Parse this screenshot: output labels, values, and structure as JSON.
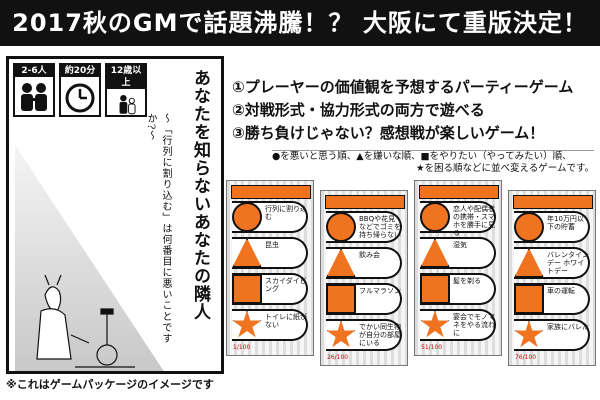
{
  "banner": "2017秋のGMで話題沸騰！？ 大阪にて重版決定！",
  "package": {
    "players": "2-6人",
    "time": "約20分",
    "age": "12歳以上",
    "title": "あなたを知らないあなたの隣人",
    "subtitle": "〜「行列に割り込む」は何番目に悪いことですか?〜"
  },
  "caption": "※これはゲームパッケージのイメージです",
  "features": [
    "①プレーヤーの価値観を予想するパーティーゲーム",
    "②対戦形式・協力形式の両方で遊べる",
    "③勝ち負けじゃない？感想戦が楽しいゲーム！"
  ],
  "note": [
    "●を悪いと思う順、▲を嫌いな順、■をやりたい（やってみたい）順、",
    "★を困る順などに並べ変えるゲームです。"
  ],
  "cards": [
    {
      "items": [
        "行列に割り込む",
        "昆虫",
        "スカイダイビング",
        "トイレに紙がない"
      ],
      "page": "1/100"
    },
    {
      "items": [
        "BBQや花見などでゴミを持ち帰らない",
        "飲み会",
        "フルマラソン",
        "でかい同生物が自分の部屋にいる"
      ],
      "page": "26/100"
    },
    {
      "items": [
        "恋人や配偶者の携帯・スマホを勝手に見る",
        "湿気",
        "髪を剃る",
        "宴会でモノマネをやる流れに"
      ],
      "page": "51/100"
    },
    {
      "items": [
        "年10万円以下の貯蓄",
        "バレンタインデー ホワイトデー",
        "車の運転",
        "家族にバレた"
      ],
      "page": "76/100"
    }
  ],
  "colors": {
    "accent": "#f07420",
    "banner_bg": "#111111"
  }
}
